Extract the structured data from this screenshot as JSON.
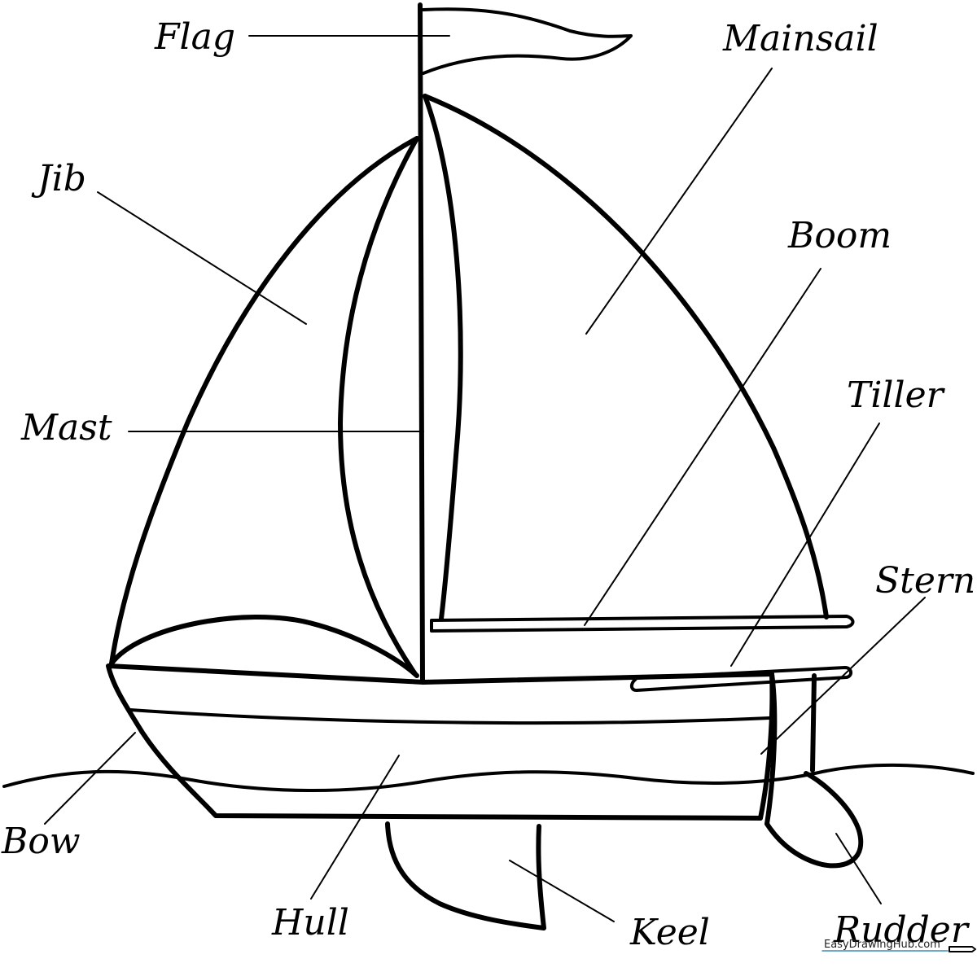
{
  "labels": {
    "flag": "Flag",
    "mainsail": "Mainsail",
    "jib": "Jib",
    "boom": "Boom",
    "tiller": "Tiller",
    "mast": "Mast",
    "stern": "Stern",
    "bow": "Bow",
    "hull": "Hull",
    "keel": "Keel",
    "rudder": "Rudder"
  },
  "watermark": "EasyDrawingHub.com"
}
